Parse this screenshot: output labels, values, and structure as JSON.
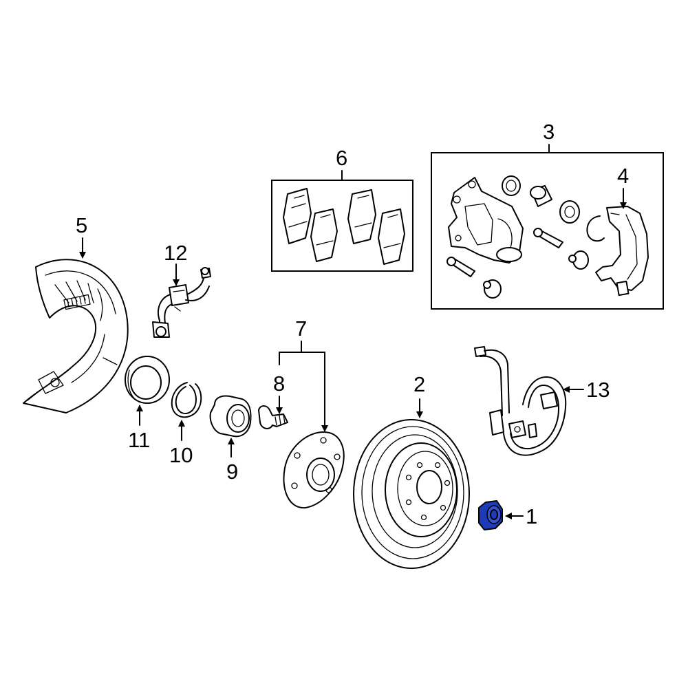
{
  "callouts": [
    {
      "id": "1",
      "text": "1",
      "part": "hub-nut",
      "highlighted": true
    },
    {
      "id": "2",
      "text": "2",
      "part": "brake-rotor"
    },
    {
      "id": "3",
      "text": "3",
      "part": "caliper-assembly"
    },
    {
      "id": "4",
      "text": "4",
      "part": "caliper-bracket"
    },
    {
      "id": "5",
      "text": "5",
      "part": "splash-shield"
    },
    {
      "id": "6",
      "text": "6",
      "part": "brake-pads"
    },
    {
      "id": "7",
      "text": "7",
      "part": "hub-assembly"
    },
    {
      "id": "8",
      "text": "8",
      "part": "wheel-stud"
    },
    {
      "id": "9",
      "text": "9",
      "part": "wheel-bearing"
    },
    {
      "id": "10",
      "text": "10",
      "part": "snap-ring"
    },
    {
      "id": "11",
      "text": "11",
      "part": "dust-seal"
    },
    {
      "id": "12",
      "text": "12",
      "part": "brake-hose"
    },
    {
      "id": "13",
      "text": "13",
      "part": "abs-sensor"
    }
  ],
  "colors": {
    "highlight": "#1d3bb8",
    "line": "#000000",
    "background": "#ffffff"
  }
}
